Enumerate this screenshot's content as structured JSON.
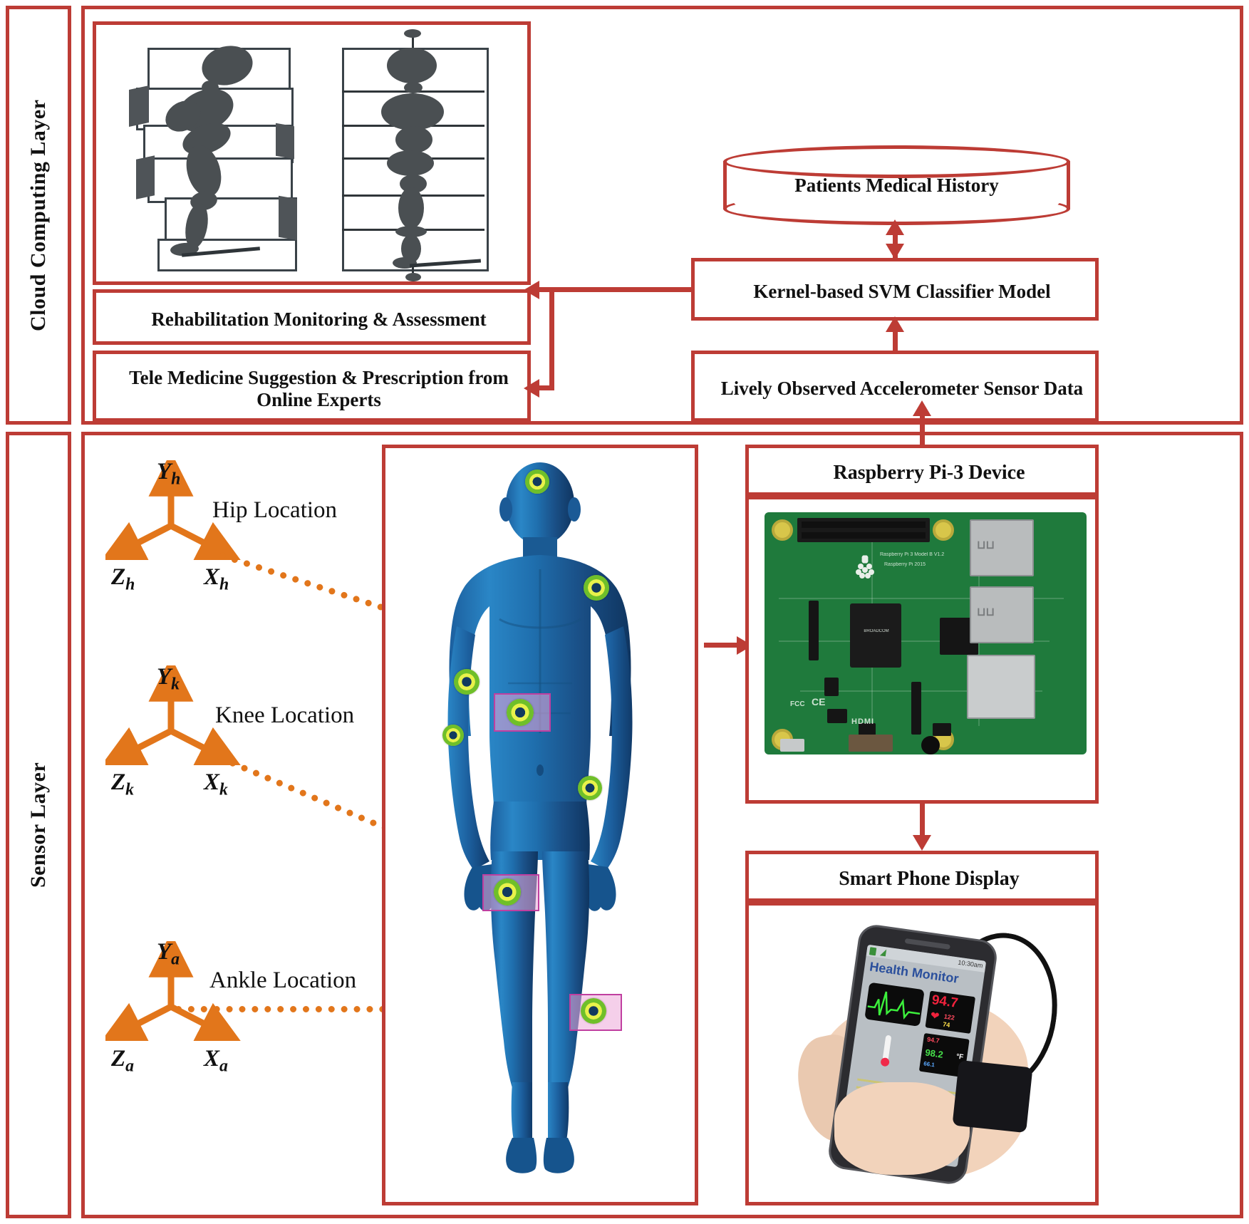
{
  "figure": {
    "type": "system-architecture-diagram",
    "accent_color": "#bd3c35",
    "sensor_marker_color": "#8ec63f",
    "axis_color": "#e2761b"
  },
  "layers": [
    {
      "id": "cloud",
      "label": "Cloud Computing Layer"
    },
    {
      "id": "sensor",
      "label": "Sensor Layer"
    }
  ],
  "cloud_layer": {
    "gait_panel": {
      "name": "gait-analysis-illustration",
      "left_view": "sagittal-stick-figure-sequence",
      "right_view": "frontal-stick-figure-sequence"
    },
    "boxes": [
      {
        "id": "rehab",
        "label": "Rehabilitation Monitoring & Assessment"
      },
      {
        "id": "telemed",
        "label": "Tele Medicine Suggestion & Prescription from Online Experts"
      },
      {
        "id": "svm",
        "label": "Kernel-based SVM Classifier Model"
      },
      {
        "id": "sensordata",
        "label": "Lively Observed Accelerometer Sensor Data"
      }
    ],
    "database": {
      "id": "history",
      "label": "Patients Medical History"
    }
  },
  "sensor_layer": {
    "locations": [
      {
        "id": "hip",
        "title": "Hip Location",
        "axis_y": "Y",
        "axis_z": "Z",
        "axis_x": "X",
        "sub": "h"
      },
      {
        "id": "knee",
        "title": "Knee Location",
        "axis_y": "Y",
        "axis_z": "Z",
        "axis_x": "X",
        "sub": "k"
      },
      {
        "id": "ankle",
        "title": "Ankle Location",
        "axis_y": "Y",
        "axis_z": "Z",
        "axis_x": "X",
        "sub": "a"
      }
    ],
    "body_figure": {
      "name": "human-body-sensor-placement",
      "highlighted_sites": [
        "hip",
        "knee",
        "ankle"
      ],
      "marker_sites": [
        "head",
        "shoulder",
        "elbow",
        "wrist",
        "hip",
        "thigh",
        "knee",
        "ankle"
      ]
    },
    "boxes": [
      {
        "id": "rpi",
        "label": "Raspberry Pi-3 Device"
      },
      {
        "id": "phone",
        "label": "Smart Phone Display"
      }
    ],
    "rpi_board": {
      "name": "raspberry-pi-3-model-b",
      "silk_lines": [
        "Raspberry Pi 3 Model B V1.2",
        "Raspberry Pi 2015",
        "HDMI",
        "FCC",
        "CE"
      ]
    },
    "phone_app": {
      "name": "health-monitor-app",
      "app_title": "Health Monitor",
      "status_time": "10:30am",
      "spo2_value": "94.7",
      "bpm_value": "122",
      "bpm_secondary": "74",
      "temp_value": "98.2",
      "temp_unit": "°F"
    }
  }
}
